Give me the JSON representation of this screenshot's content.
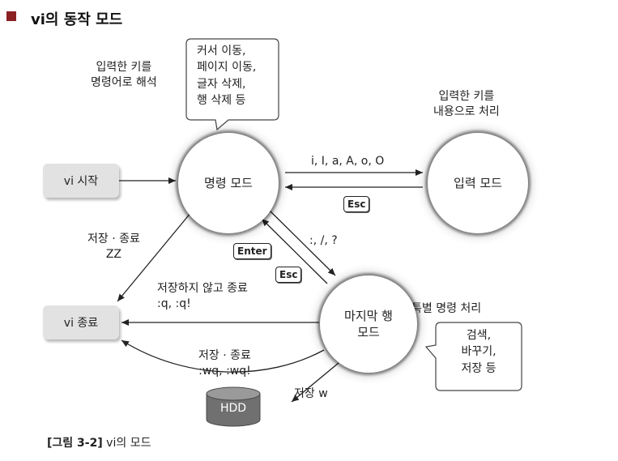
{
  "heading": "vi의 동작 모드",
  "nodes": {
    "vi_start": "vi 시작",
    "command_mode": "명령 모드",
    "input_mode": "입력 모드",
    "last_line_mode_1": "마지막 행",
    "last_line_mode_2": "모드",
    "vi_exit": "vi 종료",
    "hdd": "HDD"
  },
  "annotations": {
    "command_note_1": "입력한 키를",
    "command_note_2": "명령어로 해석",
    "input_note_1": "입력한 키를",
    "input_note_2": "내용으로 처리",
    "special_note": "특별 명령 처리"
  },
  "bubbles": {
    "command": [
      "커서 이동,",
      "페이지 이동,",
      "글자 삭제,",
      "행 삭제 등"
    ],
    "last_line": [
      "검색,",
      "바꾸기,",
      "저장 등"
    ]
  },
  "edges": {
    "to_input": "i, I, a, A, o, O",
    "esc_from_input": "Esc",
    "to_last_line": ":, /, ?",
    "enter_key": "Enter",
    "esc_from_last_line": "Esc",
    "save_quit_cmd_1": "저장 · 종료",
    "save_quit_cmd_2": "ZZ",
    "quit_no_save_1": "저장하지 않고 종료",
    "quit_no_save_2": ":q, :q!",
    "save_quit_last_1": "저장 · 종료",
    "save_quit_last_2": ":wq, :wq!",
    "save_w": "저장 w"
  },
  "caption": {
    "label": "[그림 3-2]",
    "text": " vi의 모드"
  }
}
